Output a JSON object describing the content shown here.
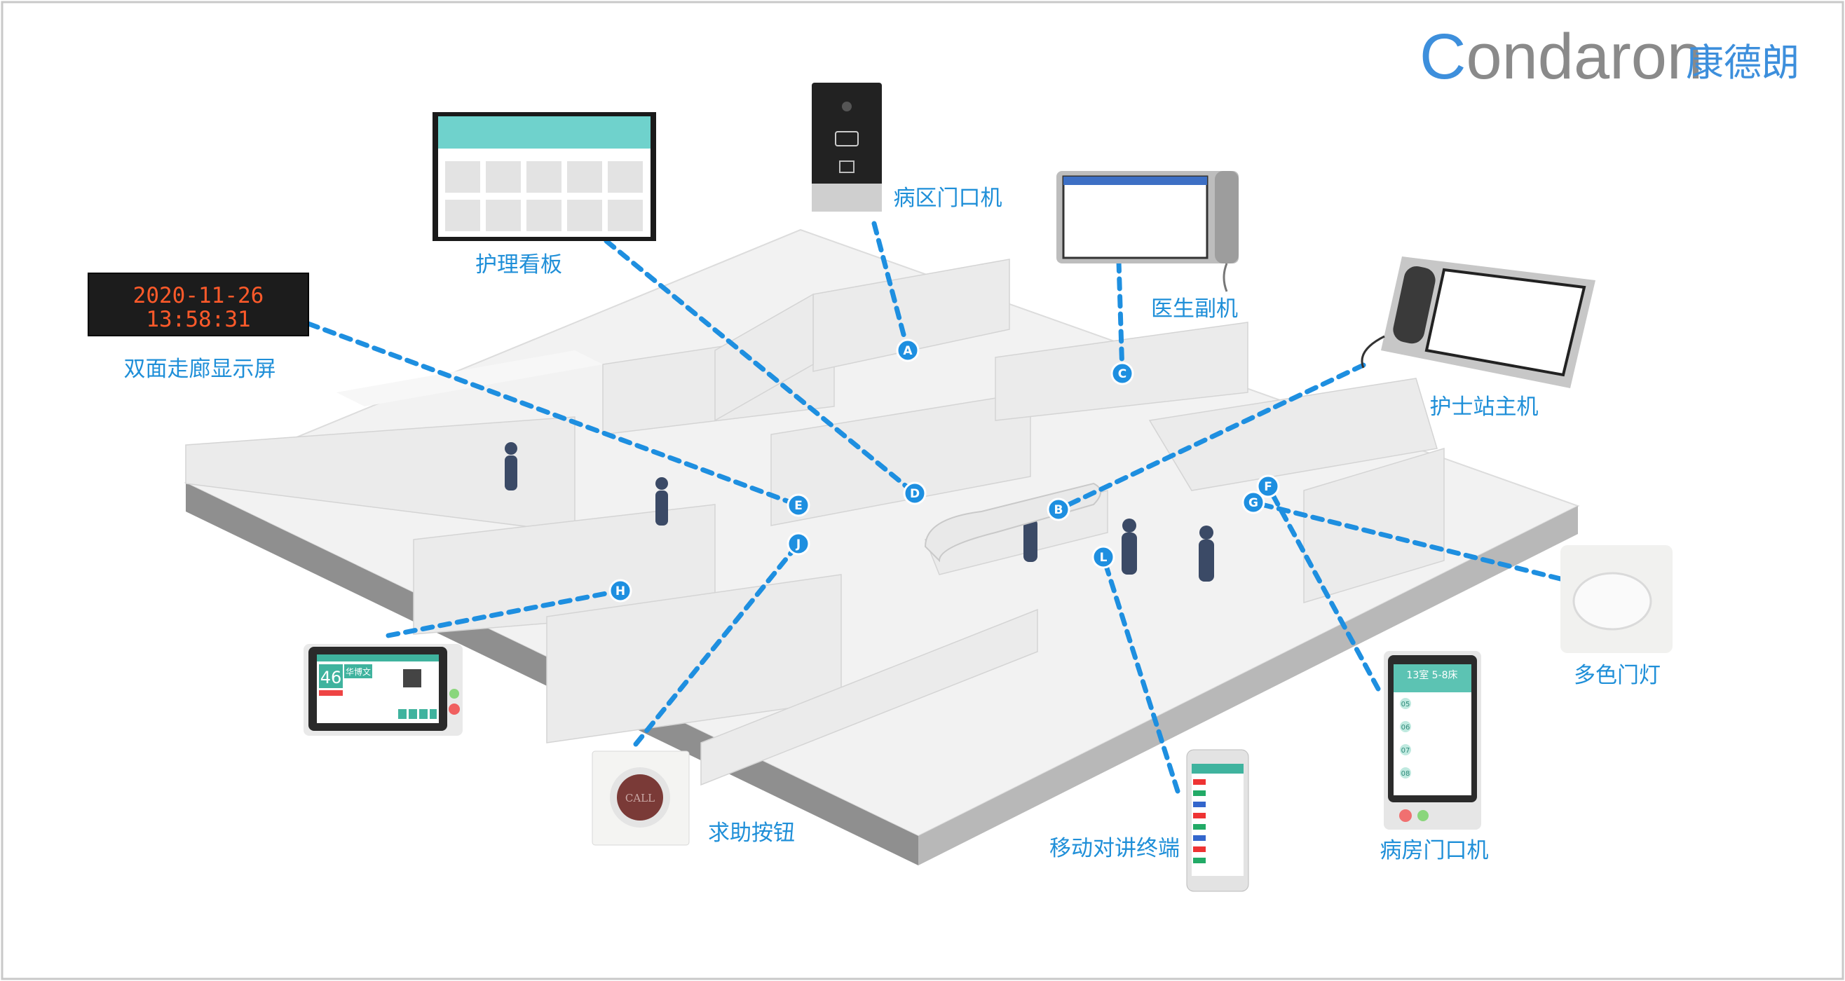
{
  "brand": {
    "latin": "Condaron",
    "chinese": "康德朗",
    "accent_color": "#3d8fdc",
    "text_color": "#8a8a8a"
  },
  "label_color": "#1f8fd8",
  "marker_color": "#1e8fe0",
  "devices": {
    "corridor_display": {
      "label": "双面走廊显示屏",
      "date": "2020-11-26",
      "time": "13:58:31",
      "led_color": "#ff5a2a"
    },
    "nursing_board": {
      "label": "护理看板"
    },
    "ward_door_unit": {
      "label": "病区门口机"
    },
    "doctor_sub_unit": {
      "label": "医生副机"
    },
    "nurse_station_host": {
      "label": "护士站主机"
    },
    "door_light": {
      "label": "多色门灯"
    },
    "room_door_unit": {
      "label": "病房门口机",
      "screen_title": "13室 5-8床",
      "beds": [
        "05",
        "06",
        "07",
        "08"
      ]
    },
    "mobile_terminal": {
      "label": "移动对讲终端"
    },
    "call_button": {
      "label": "求助按钮",
      "button_text": "CALL"
    },
    "bedside_terminal": {
      "bed_number": "46",
      "patient_name": "华博文"
    }
  },
  "markers": [
    "A",
    "B",
    "C",
    "D",
    "E",
    "F",
    "G",
    "H",
    "J",
    "L"
  ]
}
